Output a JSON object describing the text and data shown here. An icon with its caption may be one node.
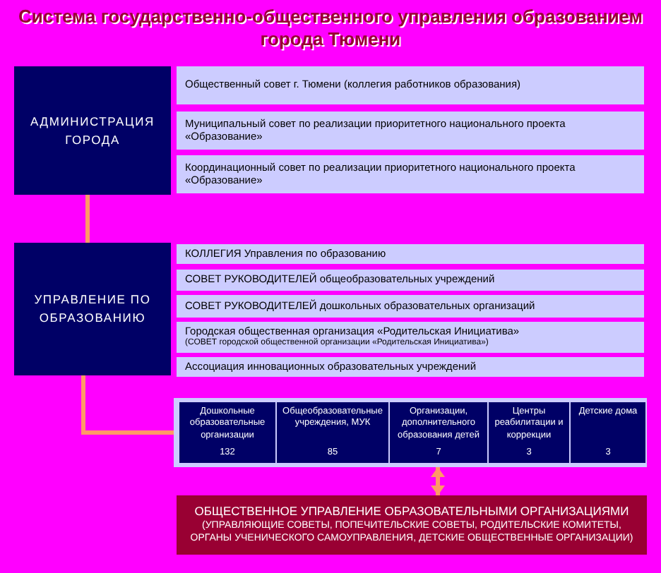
{
  "diagram": {
    "title": "Система государственно-общественного управления образованием города Тюмени",
    "nodes": [
      {
        "text": [
          "АДМИНИСТРАЦИЯ ГОРОДА"
        ]
      },
      {
        "text": [
          "Общественный совет г. Тюмени (коллегия работников образования)"
        ]
      },
      {
        "text": [
          "Муниципальный совет по реализации приоритетного национального проекта «Образование»"
        ]
      },
      {
        "text": [
          "Координационный совет по реализации приоритетного национального проекта «Образование»"
        ]
      },
      {
        "text": [
          "УПРАВЛЕНИЕ ПО ОБРАЗОВАНИЮ"
        ]
      },
      {
        "text": [
          "КОЛЛЕГИЯ Управления по образованию"
        ]
      },
      {
        "text": [
          "СОВЕТ РУКОВОДИТЕЛЕЙ общеобразовательных учреждений"
        ]
      },
      {
        "text": [
          "СОВЕТ РУКОВОДИТЕЛЕЙ дошкольных образовательных организаций"
        ]
      },
      {
        "text": [
          "Городская общественная организация «Родительская Инициатива»",
          "(СОВЕТ городской общественной организации «Родительская Инициатива»)"
        ]
      },
      {
        "text": [
          "Ассоциация инновационных образовательных учреждений"
        ]
      },
      {
        "text": [],
        "shape": "box"
      },
      {
        "text": [
          "Дошкольные образовательные организации",
          "132"
        ],
        "in": 10
      },
      {
        "text": [
          "Общеобразовательные учреждения, МУК",
          "85"
        ],
        "in": 10
      },
      {
        "text": [
          "Организации, дополнительного образования детей",
          "7"
        ],
        "in": 10
      },
      {
        "text": [
          "Центры реабилитации и коррекции",
          "3"
        ],
        "in": 10
      },
      {
        "text": [
          "Детские дома",
          "3"
        ],
        "in": 10
      },
      {
        "text": [
          "ОБЩЕСТВЕННОЕ УПРАВЛЕНИЕ ОБРАЗОВАТЕЛЬНЫМИ ОРГАНИЗАЦИЯМИ",
          "(УПРАВЛЯЮЩИЕ СОВЕТЫ, ПОПЕЧИТЕЛЬСКИЕ СОВЕТЫ, РОДИТЕЛЬСКИЕ КОМИТЕТЫ, ОРГАНЫ УЧЕНИЧЕСКОГО САМОУПРАВЛЕНИЯ, ДЕТСКИЕ ОБЩЕСТВЕННЫЕ ОРГАНИЗАЦИИ)"
        ]
      }
    ],
    "edges": [
      {
        "from": 0,
        "to": 4,
        "arrow": "none"
      },
      {
        "from": 4,
        "to": 10,
        "arrow": "none"
      },
      {
        "from": 10,
        "to": 16,
        "arrow": "both"
      }
    ]
  }
}
